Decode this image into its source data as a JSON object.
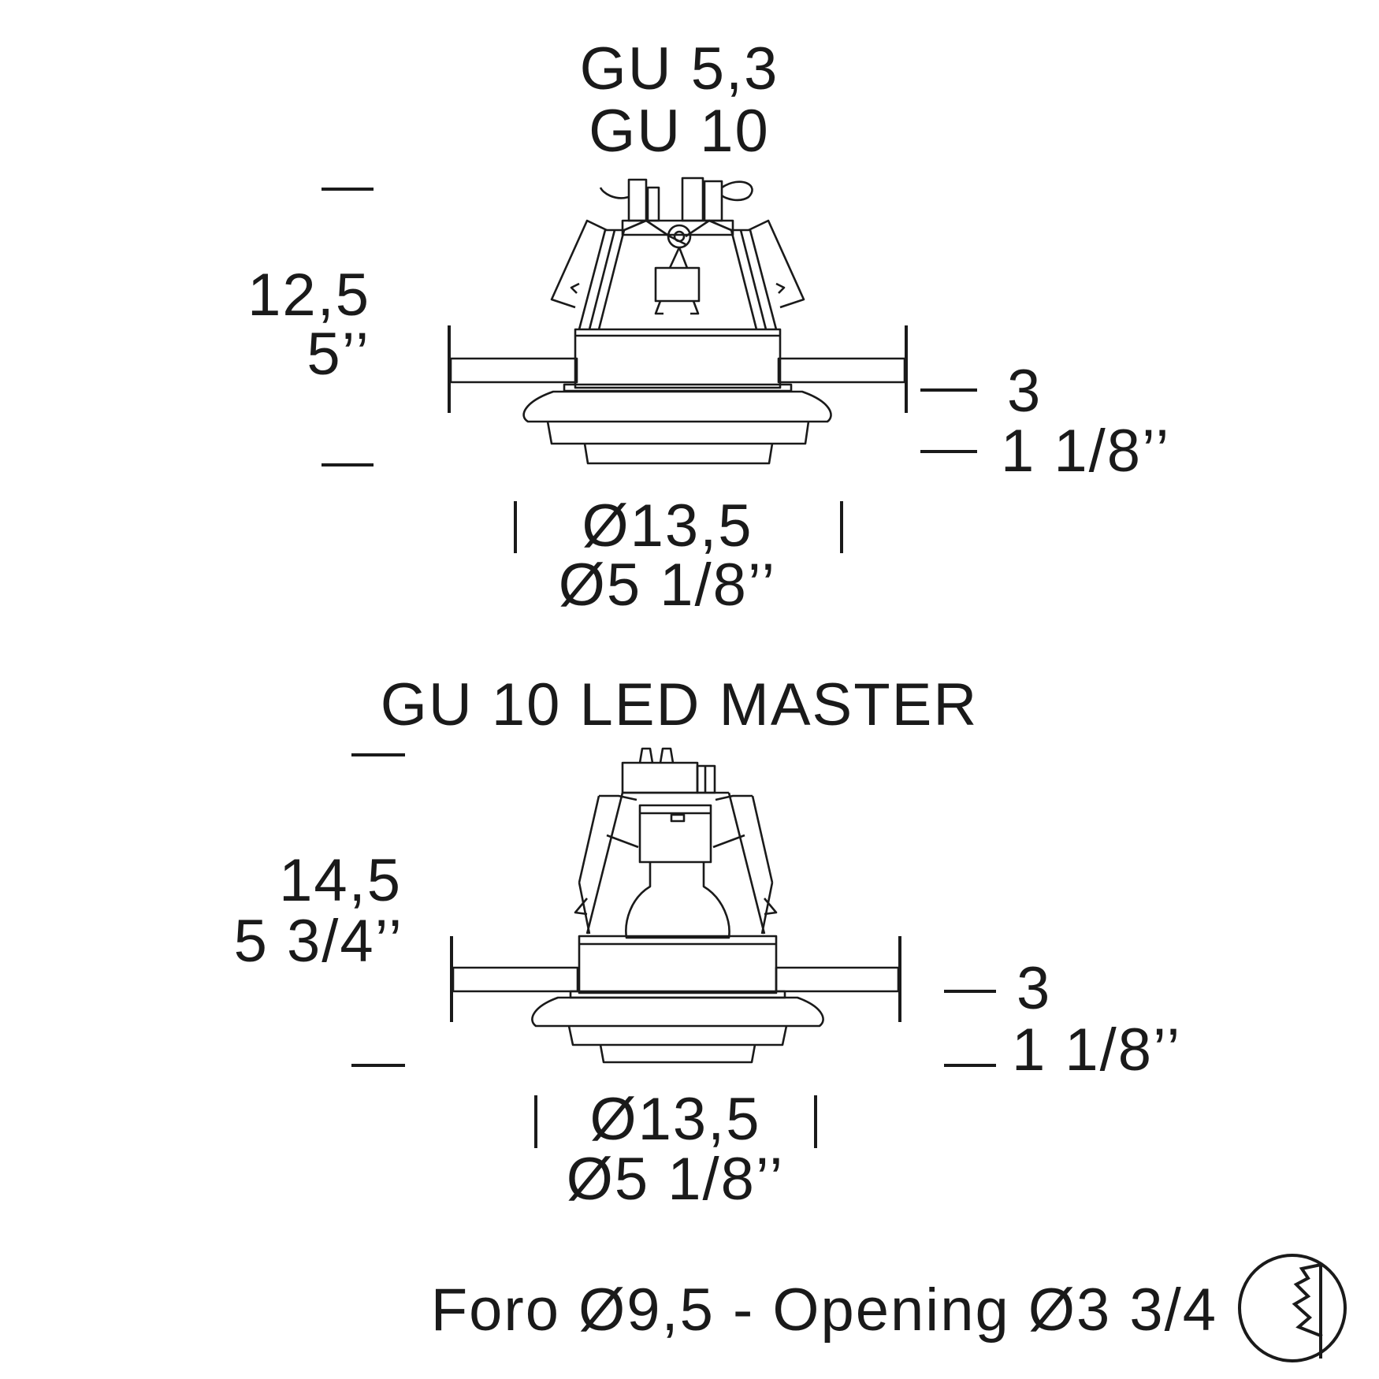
{
  "fixture_top": {
    "title_line1": "GU 5,3",
    "title_line2": "GU 10",
    "height_metric": "12,5",
    "height_imperial": "5’’",
    "trim_metric": "3",
    "trim_imperial": "1 1/8’’",
    "diameter_metric": "Ø13,5",
    "diameter_imperial": "Ø5 1/8’’"
  },
  "fixture_bottom": {
    "title": "GU 10 LED MASTER",
    "height_metric": "14,5",
    "height_imperial": "5 3/4’’",
    "trim_metric": "3",
    "trim_imperial": "1 1/8’’",
    "diameter_metric": "Ø13,5",
    "diameter_imperial": "Ø5 1/8’’"
  },
  "footer": {
    "opening_text": "Foro Ø9,5 - Opening Ø3 3/4",
    "icon": "ceiling-cutout-icon"
  }
}
